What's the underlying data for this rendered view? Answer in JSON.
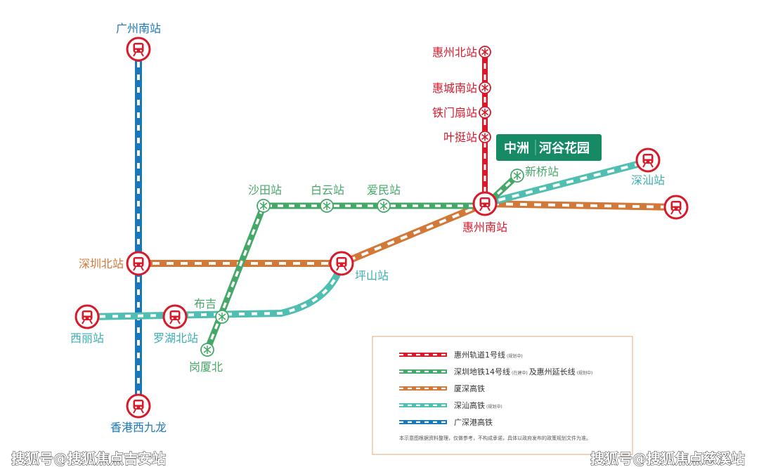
{
  "colors": {
    "huizhou_rail_1": "#d7192a",
    "shenzhen_metro_14": "#46a868",
    "xiashen_hsr": "#d27838",
    "shenshan_hsr": "#50bfb2",
    "guangshengang_hsr": "#1b78b8",
    "brand_bg": "#168a65"
  },
  "stations": {
    "guangzhou_south": "广州南站",
    "shenzhen_north": "深圳北站",
    "xili": "西丽站",
    "luohu_north": "罗湖北站",
    "hk_west_kowloon": "香港西九龙",
    "buji": "布吉",
    "gangxia_north": "岗厦北",
    "shatian": "沙田站",
    "baiyun": "白云站",
    "aimin": "爱民站",
    "pingshan": "坪山站",
    "huizhou_south": "惠州南站",
    "huizhou_north": "惠州北站",
    "huicheng_south": "惠城南站",
    "tiemenshan": "铁门扇站",
    "yeting": "叶挺站",
    "xinqiao": "新桥站",
    "shanwei": "深汕站"
  },
  "brand": {
    "name_left": "中洲",
    "name_right": "河谷花园"
  },
  "legend": {
    "items": [
      {
        "label": "惠州轨道1号线",
        "note": "(规划中)",
        "color": "#d7192a"
      },
      {
        "label": "深圳地铁14号线",
        "note": "(在建中)",
        "label2": "及惠州延长线",
        "note2": "(规划中)",
        "color": "#46a868"
      },
      {
        "label": "厦深高铁",
        "note": "",
        "color": "#d27838"
      },
      {
        "label": "深汕高铁",
        "note": "(规划中)",
        "color": "#50bfb2"
      },
      {
        "label": "广深港高铁",
        "note": "",
        "color": "#1b78b8"
      }
    ],
    "disclaimer": "本示意图根据资料整理，仅做参考，不构成承诺，具体以政府发布的政策规划文件为准。"
  },
  "watermarks": {
    "left": "搜狐号@搜狐焦点吉安站",
    "right": "搜狐号@搜狐焦点慈溪站"
  }
}
